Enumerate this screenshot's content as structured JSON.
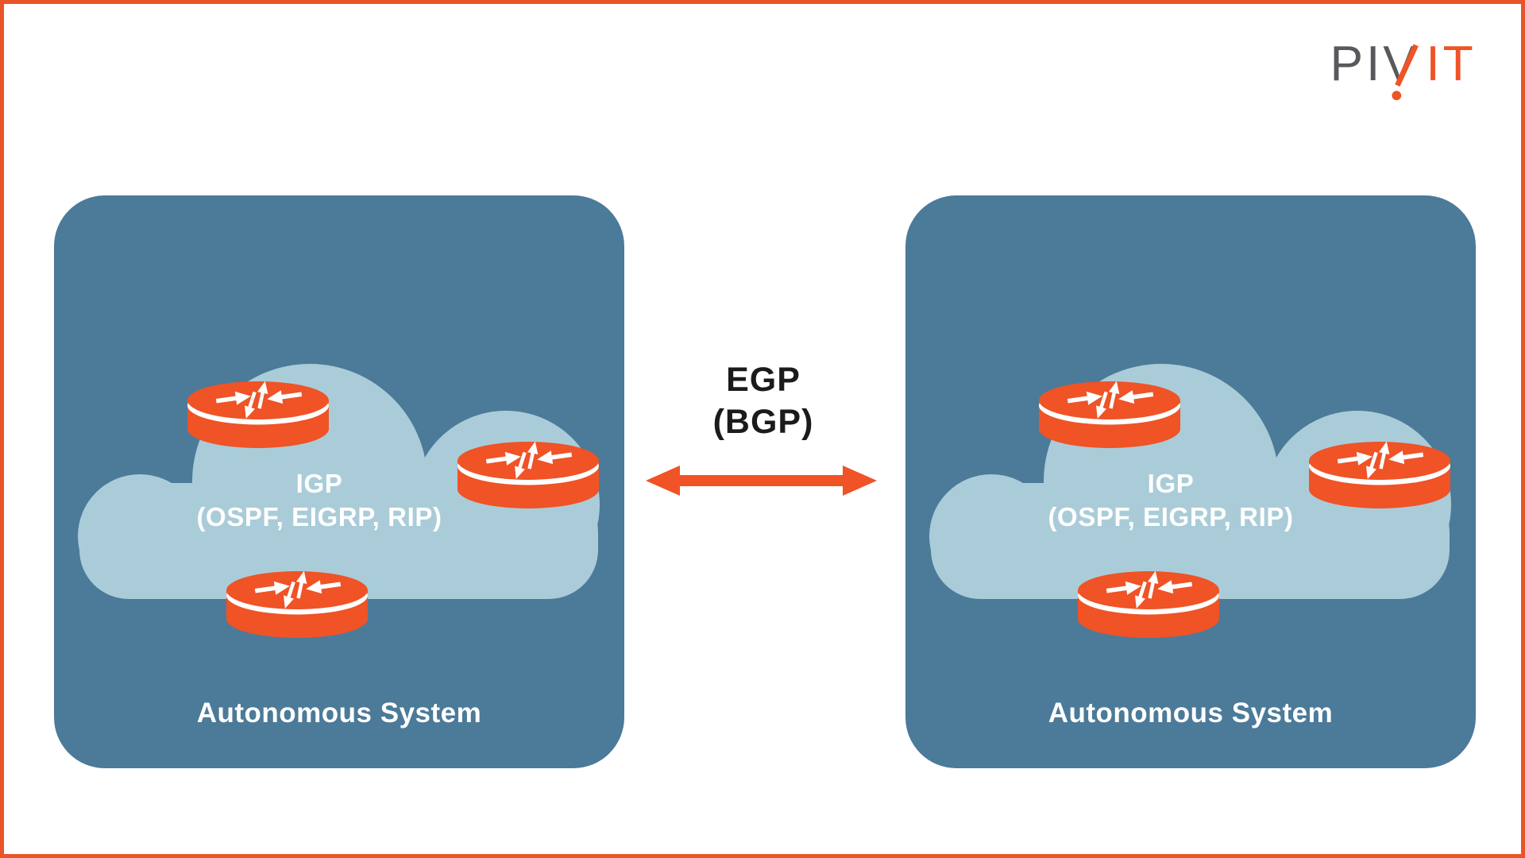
{
  "logo": {
    "brand_gray": "PIV",
    "brand_orange": "IT",
    "accent_mark": "slanted-exclamation"
  },
  "connection": {
    "title": "EGP",
    "subtitle": "(BGP)",
    "arrow_style": "bidirectional"
  },
  "autonomous_systems": [
    {
      "cloud_label_title": "IGP",
      "cloud_label_protocols": "(OSPF, EIGRP, RIP)",
      "label": "Autonomous System",
      "router_count": 3
    },
    {
      "cloud_label_title": "IGP",
      "cloud_label_protocols": "(OSPF, EIGRP, RIP)",
      "label": "Autonomous System",
      "router_count": 3
    }
  ],
  "colors": {
    "accent_orange": "#EF5326",
    "border_orange": "#EA5428",
    "box_blue": "#4C7A99",
    "cloud_blue": "#AACCD8",
    "logo_gray": "#58595C",
    "heading_dark": "#1B1B1B",
    "text_white": "#FFFFFF",
    "background": "#FFFFFF"
  }
}
